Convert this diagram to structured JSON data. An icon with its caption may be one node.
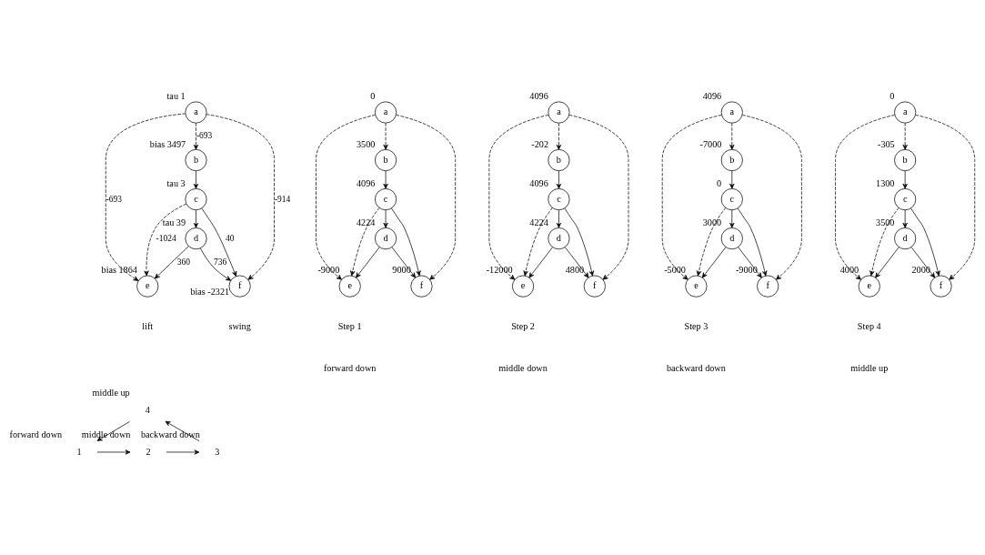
{
  "diagram": {
    "nodes": [
      {
        "text": [
          "a"
        ],
        "beside": [
          "tau 1"
        ]
      },
      {
        "text": [
          "b"
        ],
        "beside": [
          "bias 3497"
        ]
      },
      {
        "text": [
          "c"
        ],
        "beside": [
          "tau 3"
        ]
      },
      {
        "text": [
          "d"
        ],
        "beside": [
          "tau 39"
        ]
      },
      {
        "text": [
          "e"
        ],
        "beside": [
          "bias 1864"
        ]
      },
      {
        "text": [
          "f"
        ],
        "beside": [
          "bias -2321"
        ]
      },
      {
        "text": [
          "a"
        ],
        "beside": [
          "0"
        ]
      },
      {
        "text": [
          "b"
        ],
        "beside": [
          "3500"
        ]
      },
      {
        "text": [
          "c"
        ],
        "beside": [
          "4096"
        ]
      },
      {
        "text": [
          "d"
        ],
        "beside": [
          "4224"
        ]
      },
      {
        "text": [
          "e"
        ],
        "beside": [
          "-9000"
        ]
      },
      {
        "text": [
          "f"
        ],
        "beside": [
          "9000"
        ]
      },
      {
        "text": [
          "a"
        ],
        "beside": [
          "4096"
        ]
      },
      {
        "text": [
          "b"
        ],
        "beside": [
          "-202"
        ]
      },
      {
        "text": [
          "c"
        ],
        "beside": [
          "4096"
        ]
      },
      {
        "text": [
          "d"
        ],
        "beside": [
          "4224"
        ]
      },
      {
        "text": [
          "e"
        ],
        "beside": [
          "-12000"
        ]
      },
      {
        "text": [
          "f"
        ],
        "beside": [
          "4800"
        ]
      },
      {
        "text": [
          "a"
        ],
        "beside": [
          "4096"
        ]
      },
      {
        "text": [
          "b"
        ],
        "beside": [
          "-7000"
        ]
      },
      {
        "text": [
          "c"
        ],
        "beside": [
          "0"
        ]
      },
      {
        "text": [
          "d"
        ],
        "beside": [
          "3000"
        ]
      },
      {
        "text": [
          "e"
        ],
        "beside": [
          "-5000"
        ]
      },
      {
        "text": [
          "f"
        ],
        "beside": [
          "-9000"
        ]
      },
      {
        "text": [
          "a"
        ],
        "beside": [
          "0"
        ]
      },
      {
        "text": [
          "b"
        ],
        "beside": [
          "-305"
        ]
      },
      {
        "text": [
          "c"
        ],
        "beside": [
          "1300"
        ]
      },
      {
        "text": [
          "d"
        ],
        "beside": [
          "3500"
        ]
      },
      {
        "text": [
          "e"
        ],
        "beside": [
          "4000"
        ]
      },
      {
        "text": [
          "f"
        ],
        "beside": [
          "2000"
        ]
      },
      {
        "text": [
          "4"
        ],
        "beside": [
          "middle up"
        ]
      },
      {
        "text": [
          "1"
        ],
        "beside": [
          "forward down"
        ]
      },
      {
        "text": [
          "2"
        ],
        "beside": [
          "middle down"
        ]
      },
      {
        "text": [
          "3"
        ],
        "beside": [
          "backward down"
        ]
      }
    ],
    "edges": [
      {
        "from": 0,
        "to": 1,
        "arrow": "to",
        "style": "dashed",
        "label": "-693"
      },
      {
        "from": 0,
        "to": 4,
        "arrow": "to",
        "style": "dashed",
        "label": "-693"
      },
      {
        "from": 0,
        "to": 5,
        "arrow": "to",
        "style": "dashed",
        "label": "-914"
      },
      {
        "from": 1,
        "to": 2,
        "arrow": "to"
      },
      {
        "from": 2,
        "to": 3,
        "arrow": "to"
      },
      {
        "from": 2,
        "to": 4,
        "arrow": "to",
        "style": "dashed",
        "label": "-1024"
      },
      {
        "from": 2,
        "to": 5,
        "arrow": "to",
        "label": "40"
      },
      {
        "from": 3,
        "to": 4,
        "arrow": "to",
        "label": "360"
      },
      {
        "from": 3,
        "to": 5,
        "arrow": "to",
        "label": "736"
      },
      {
        "from": 6,
        "to": 7,
        "arrow": "to",
        "style": "dashed"
      },
      {
        "from": 6,
        "to": 10,
        "arrow": "to",
        "style": "dashed"
      },
      {
        "from": 6,
        "to": 11,
        "arrow": "to",
        "style": "dashed"
      },
      {
        "from": 7,
        "to": 8,
        "arrow": "to"
      },
      {
        "from": 8,
        "to": 9,
        "arrow": "to"
      },
      {
        "from": 8,
        "to": 10,
        "arrow": "to",
        "style": "dashed"
      },
      {
        "from": 8,
        "to": 11,
        "arrow": "to"
      },
      {
        "from": 9,
        "to": 10,
        "arrow": "to"
      },
      {
        "from": 9,
        "to": 11,
        "arrow": "to"
      },
      {
        "from": 12,
        "to": 13,
        "arrow": "to",
        "style": "dashed"
      },
      {
        "from": 12,
        "to": 16,
        "arrow": "to",
        "style": "dashed"
      },
      {
        "from": 12,
        "to": 17,
        "arrow": "to",
        "style": "dashed"
      },
      {
        "from": 13,
        "to": 14,
        "arrow": "to"
      },
      {
        "from": 14,
        "to": 15,
        "arrow": "to"
      },
      {
        "from": 14,
        "to": 16,
        "arrow": "to",
        "style": "dashed"
      },
      {
        "from": 14,
        "to": 17,
        "arrow": "to"
      },
      {
        "from": 15,
        "to": 16,
        "arrow": "to"
      },
      {
        "from": 15,
        "to": 17,
        "arrow": "to"
      },
      {
        "from": 18,
        "to": 19,
        "arrow": "to",
        "style": "dashed"
      },
      {
        "from": 18,
        "to": 22,
        "arrow": "to",
        "style": "dashed"
      },
      {
        "from": 18,
        "to": 23,
        "arrow": "to",
        "style": "dashed"
      },
      {
        "from": 19,
        "to": 20,
        "arrow": "to"
      },
      {
        "from": 20,
        "to": 21,
        "arrow": "to"
      },
      {
        "from": 20,
        "to": 22,
        "arrow": "to",
        "style": "dashed"
      },
      {
        "from": 20,
        "to": 23,
        "arrow": "to"
      },
      {
        "from": 21,
        "to": 22,
        "arrow": "to"
      },
      {
        "from": 21,
        "to": 23,
        "arrow": "to"
      },
      {
        "from": 24,
        "to": 25,
        "arrow": "to",
        "style": "dashed"
      },
      {
        "from": 24,
        "to": 28,
        "arrow": "to",
        "style": "dashed"
      },
      {
        "from": 24,
        "to": 29,
        "arrow": "to",
        "style": "dashed"
      },
      {
        "from": 25,
        "to": 26,
        "arrow": "to"
      },
      {
        "from": 26,
        "to": 27,
        "arrow": "to"
      },
      {
        "from": 26,
        "to": 28,
        "arrow": "to",
        "style": "dashed"
      },
      {
        "from": 26,
        "to": 29,
        "arrow": "to"
      },
      {
        "from": 27,
        "to": 28,
        "arrow": "to"
      },
      {
        "from": 27,
        "to": 29,
        "arrow": "to"
      },
      {
        "from": 30,
        "to": 31,
        "arrow": "to"
      },
      {
        "from": 31,
        "to": 32,
        "arrow": "to"
      },
      {
        "from": 32,
        "to": 33,
        "arrow": "to"
      },
      {
        "from": 33,
        "to": 30,
        "arrow": "to"
      }
    ],
    "labels": [
      "lift",
      "swing",
      "Step 1",
      "Step 2",
      "Step 3",
      "Step 4",
      "forward down",
      "middle down",
      "backward down",
      "middle up"
    ]
  }
}
